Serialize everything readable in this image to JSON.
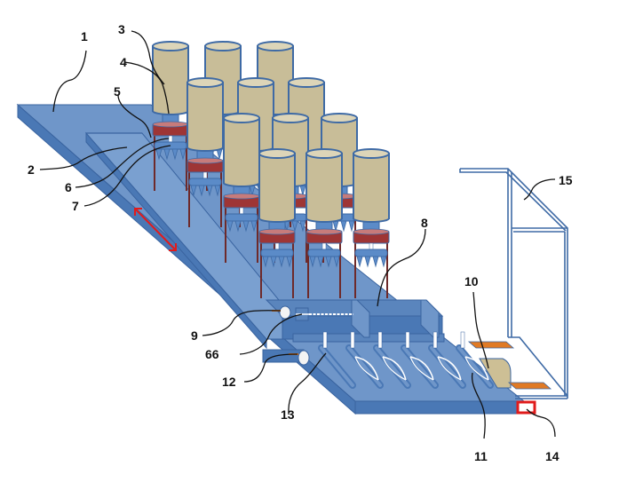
{
  "figure": {
    "title": "Apparatus schematic with numbered reference labels",
    "colors": {
      "platform_top": "#6f96c9",
      "platform_side": "#4a78b5",
      "platform_edge": "#3a64a0",
      "cylinder_body": "#c8bd98",
      "cylinder_top": "#ddd5b8",
      "cylinder_outline": "#3e6aa5",
      "band_red": "#9e3535",
      "rod_dark_red": "#6e2a2a",
      "spike_blue": "#5b8bc8",
      "arrow_red": "#e21b1b",
      "pad_orange": "#e07a25",
      "tray_tan": "#cdbf95",
      "frame_outline": "#3e6aa5",
      "marker_red": "#e01b1b",
      "slot_white": "#ffffff"
    },
    "labels": [
      {
        "id": "1",
        "text": "1"
      },
      {
        "id": "2",
        "text": "2"
      },
      {
        "id": "3",
        "text": "3"
      },
      {
        "id": "4",
        "text": "4"
      },
      {
        "id": "5",
        "text": "5"
      },
      {
        "id": "6",
        "text": "6"
      },
      {
        "id": "7",
        "text": "7"
      },
      {
        "id": "8",
        "text": "8"
      },
      {
        "id": "9",
        "text": "9"
      },
      {
        "id": "10",
        "text": "10"
      },
      {
        "id": "11",
        "text": "11"
      },
      {
        "id": "12",
        "text": "12"
      },
      {
        "id": "13",
        "text": "13"
      },
      {
        "id": "14",
        "text": "14"
      },
      {
        "id": "15",
        "text": "15"
      },
      {
        "id": "66",
        "text": "66"
      }
    ],
    "components": {
      "cylinder_units": {
        "rows": 4,
        "columns": 3
      },
      "slots_count": 6,
      "pegs_count": 6,
      "double_arrow": "movement direction indicator"
    }
  }
}
